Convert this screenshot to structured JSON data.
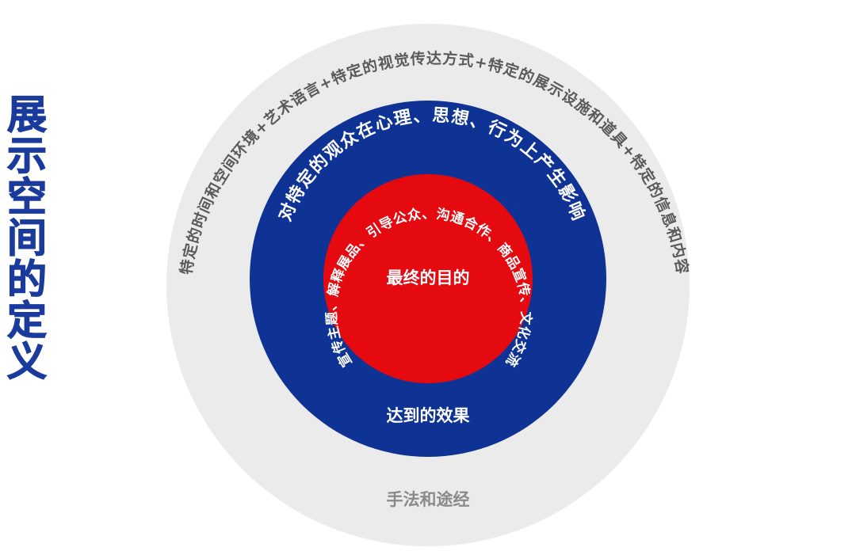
{
  "title": "展示空间的定义",
  "colors": {
    "outer_ring": "#ebebeb",
    "middle_ring": "#0f3394",
    "inner_circle": "#e50a10",
    "title": "#1a3a9c",
    "outer_text": "#5a5a5a",
    "outer_label": "#8a8a8a"
  },
  "outer_ring": {
    "arc_text": "特定的时间和空间环境+艺术语言+特定的视觉传达方式+特定的展示设施和道具+特定的信息和内容",
    "label": "手法和途经"
  },
  "middle_ring": {
    "arc_text": "对特定的观众在心理、思想、行为上产生影响",
    "label": "达到的效果"
  },
  "inner_circle": {
    "arc_text": "宣传主题、解释展品、引导公众、沟通合作、商品宣传、文化交流",
    "label": "最终的目的"
  }
}
